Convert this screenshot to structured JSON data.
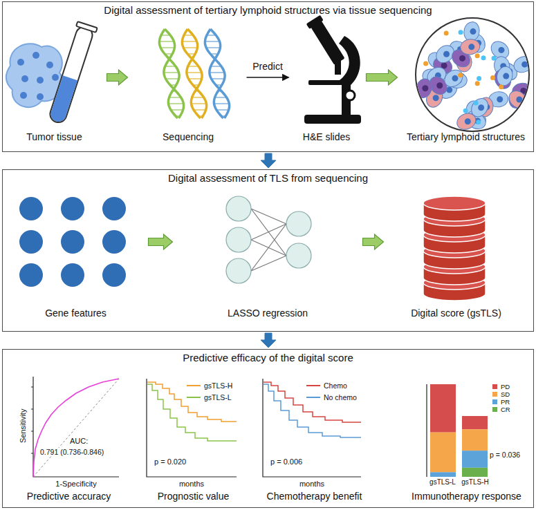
{
  "diagram": {
    "nodes": [
      {
        "text": [
          "Digital assessment of tertiary lymphoid structures via tissue sequencing"
        ]
      },
      {
        "text": [
          "Tumor tissue"
        ],
        "in": 0
      },
      {
        "text": [
          "Sequencing"
        ],
        "in": 0
      },
      {
        "text": [
          "H&E slides"
        ],
        "in": 0
      },
      {
        "text": [
          "Tertiary lymphoid structures"
        ],
        "in": 0
      },
      {
        "text": [
          "Digital assessment of TLS from sequencing"
        ]
      },
      {
        "text": [
          "Gene features"
        ],
        "in": 5
      },
      {
        "text": [
          "LASSO regression"
        ],
        "in": 5
      },
      {
        "text": [
          "Digital score (gsTLS)"
        ],
        "in": 5
      },
      {
        "text": [
          "Predictive efficacy of the digital score"
        ]
      },
      {
        "text": [
          "Predictive accuracy"
        ],
        "in": 9
      },
      {
        "text": [
          "Prognostic value"
        ],
        "in": 9
      },
      {
        "text": [
          "Chemotherapy benefit"
        ],
        "in": 9
      },
      {
        "text": [
          "Immunotherapy response"
        ],
        "in": 9
      }
    ],
    "edges": [
      {
        "from": 1,
        "to": 2,
        "arrow": "to"
      },
      {
        "from": 2,
        "to": 3,
        "label": "Predict",
        "arrow": "to"
      },
      {
        "from": 3,
        "to": 4,
        "arrow": "to"
      },
      {
        "from": 0,
        "to": 5,
        "arrow": "to"
      },
      {
        "from": 6,
        "to": 7,
        "arrow": "to"
      },
      {
        "from": 7,
        "to": 8,
        "arrow": "to"
      },
      {
        "from": 5,
        "to": 9,
        "arrow": "to"
      }
    ],
    "labels": [
      "Sensitivity",
      "1-Specificity",
      "AUC:",
      "0.791 (0.736-0.846)",
      "p = 0.020",
      "months",
      "p = 0.006",
      "months",
      "p = 0.036",
      "gsTLS-L",
      "gsTLS-H"
    ],
    "legend": [
      {
        "text": "gsTLS-H"
      },
      {
        "text": "gsTLS-L"
      },
      {
        "text": "Chemo"
      },
      {
        "text": "No chemo"
      },
      {
        "text": "PD",
        "color": "#d64d4d"
      },
      {
        "text": "SD",
        "color": "#f5a54a"
      },
      {
        "text": "PR",
        "color": "#5ba3d9"
      },
      {
        "text": "CR",
        "color": "#6ab04c"
      }
    ]
  }
}
